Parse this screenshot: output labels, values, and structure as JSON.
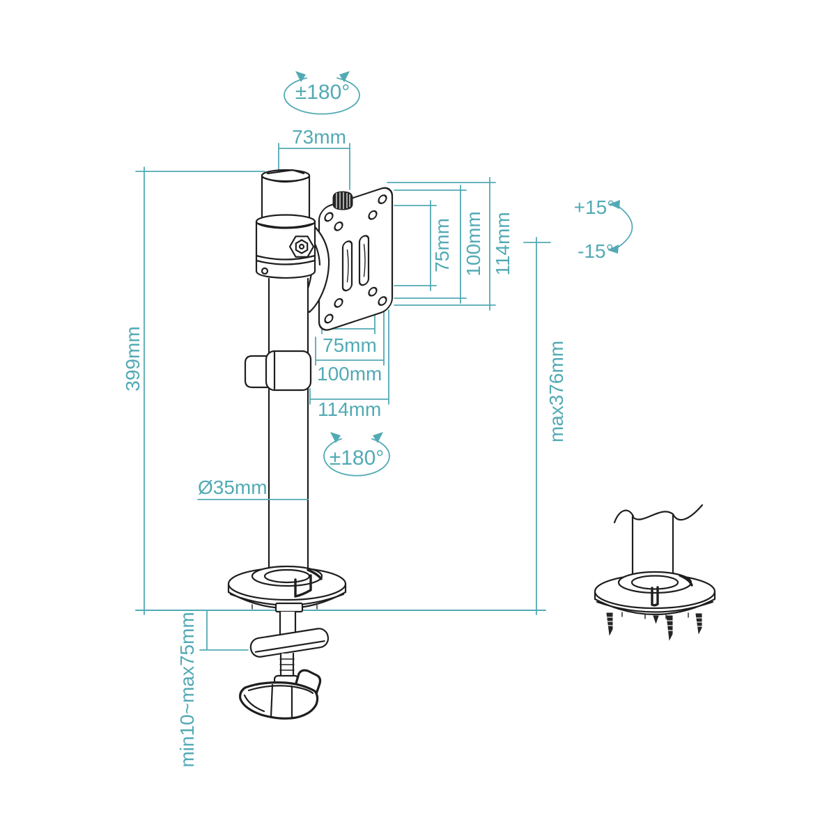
{
  "diagram": {
    "title": "Monitor desk mount arm - dimensional technical drawing",
    "type": "technical-line-drawing",
    "colors": {
      "dimension_accent": "#52aab4",
      "line_art": "#1e1e1e",
      "background": "#ffffff"
    },
    "labels": {
      "rotation_top": "±180°",
      "rotation_pole": "±180°",
      "top_width": "73mm",
      "tilt_up": "+15°",
      "tilt_down": "-15°",
      "pole_height": "399mm",
      "max_height": "max376mm",
      "pole_diameter": "Ø35mm",
      "clamp_range": "min10~max75mm",
      "vesa_vertical": {
        "inner": "75mm",
        "middle": "100mm",
        "outer": "114mm"
      },
      "vesa_horizontal": {
        "inner": "75mm",
        "middle": "100mm",
        "outer": "114mm"
      }
    }
  }
}
